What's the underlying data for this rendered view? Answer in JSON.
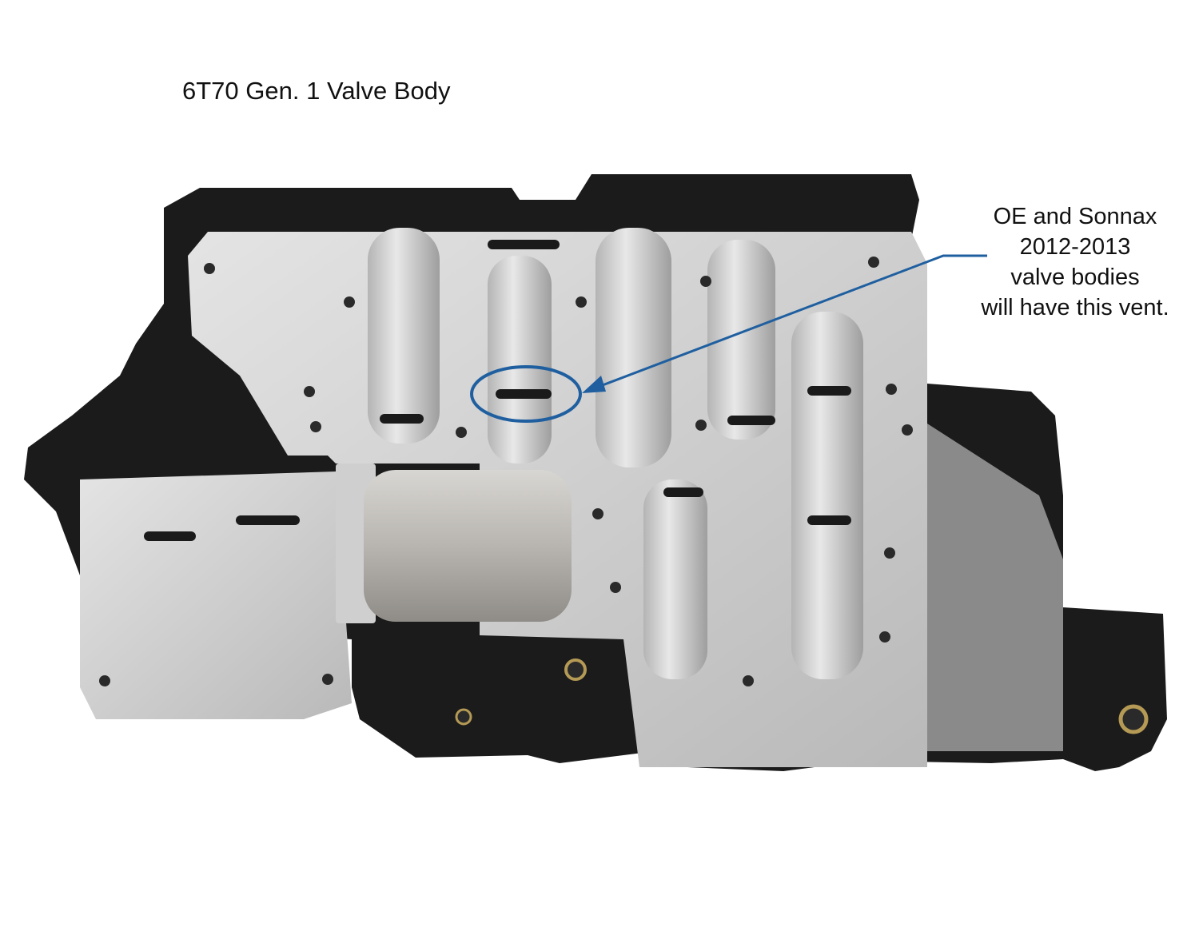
{
  "title": "6T70 Gen. 1 Valve Body",
  "callout": {
    "lines": [
      "OE and Sonnax",
      "2012-2013",
      "valve bodies",
      "will have this vent."
    ],
    "arrow_color": "#1f5fa0"
  },
  "colors": {
    "plate_black": "#1a1a1a",
    "aluminum": "#c9c9c9",
    "aluminum_light": "#dcdcdc",
    "aluminum_shade": "#a9a9a9"
  }
}
